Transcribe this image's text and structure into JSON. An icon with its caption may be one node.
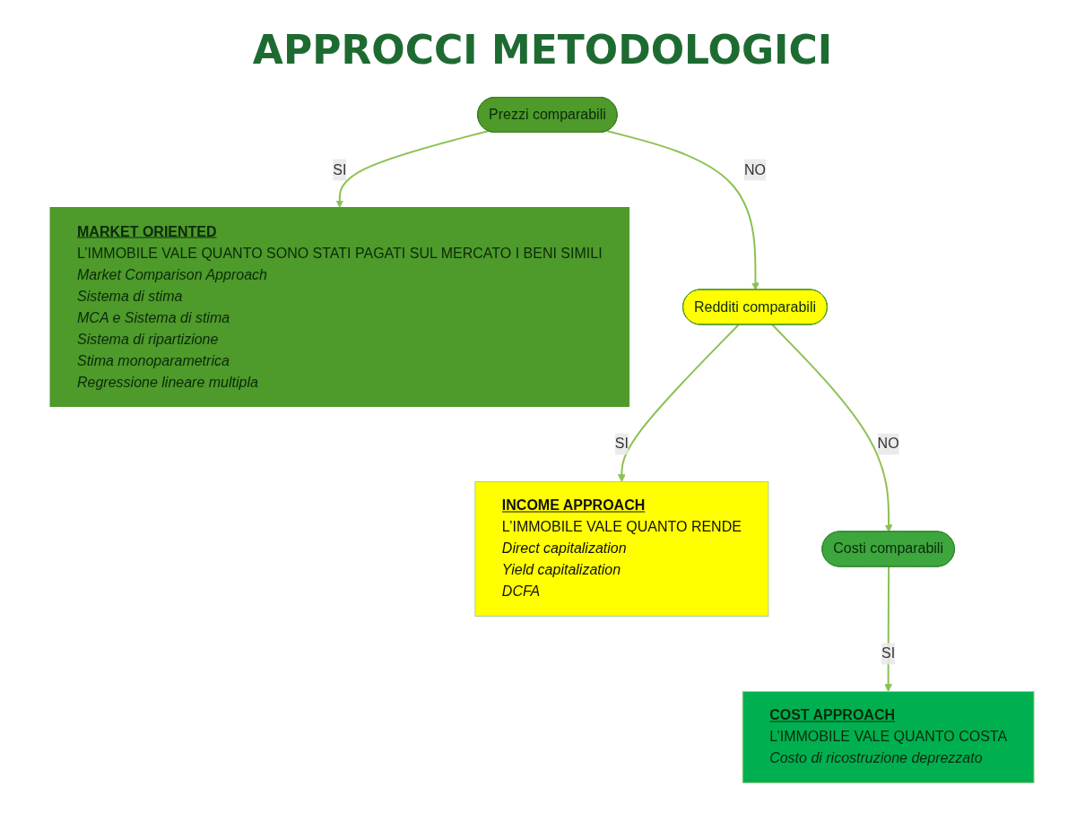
{
  "diagram": {
    "title": "APPROCCI METODOLOGICI",
    "nodes": [
      {
        "text": [
          "Prezzi comparabili"
        ]
      },
      {
        "text": [
          "MARKET ORIENTED",
          "L’IMMOBILE VALE QUANTO SONO STATI PAGATI SUL MERCATO I BENI SIMILI",
          "Market Comparison Approach",
          "Sistema di stima",
          "MCA e Sistema di stima",
          "Sistema di ripartizione",
          "Stima monoparametrica",
          "Regressione lineare multipla"
        ]
      },
      {
        "text": [
          "Redditi comparabili"
        ]
      },
      {
        "text": [
          "INCOME  APPROACH",
          "L’IMMOBILE VALE QUANTO RENDE",
          "Direct capitalization",
          "Yield capitalization",
          "DCFA"
        ]
      },
      {
        "text": [
          "Costi comparabili"
        ]
      },
      {
        "text": [
          "COST APPROACH",
          "L’IMMOBILE VALE QUANTO COSTA",
          "Costo di ricostruzione deprezzato"
        ]
      }
    ],
    "edges": [
      {
        "from": 0,
        "to": 1,
        "arrow": "to",
        "label": "SI"
      },
      {
        "from": 0,
        "to": 2,
        "arrow": "to",
        "label": "NO"
      },
      {
        "from": 2,
        "to": 3,
        "arrow": "to",
        "label": "SI"
      },
      {
        "from": 2,
        "to": 4,
        "arrow": "to",
        "label": "NO"
      },
      {
        "from": 4,
        "to": 5,
        "arrow": "to",
        "label": "SI"
      }
    ]
  }
}
